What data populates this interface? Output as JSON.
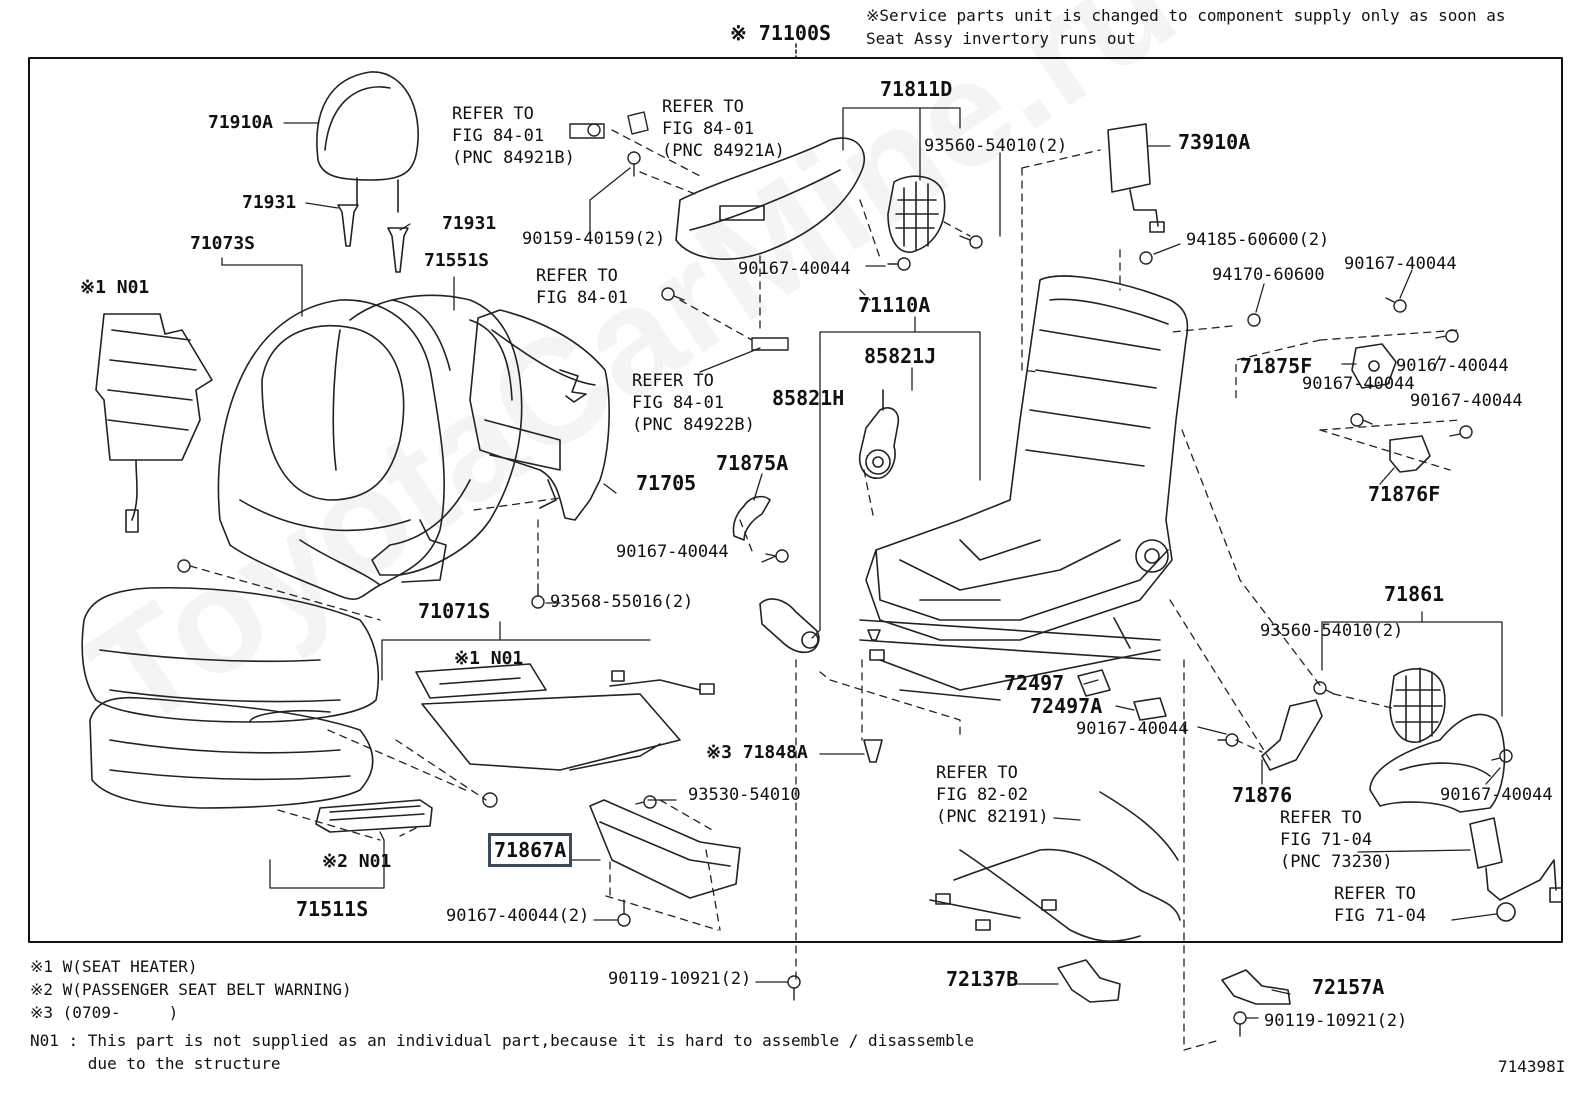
{
  "header": {
    "assembly_number": "※ 71100S",
    "note_line1": "※Service parts unit is changed to component supply only as soon as",
    "note_line2": "Seat Assy invertory runs out"
  },
  "watermark": "ToyotaCarMine.ru",
  "highlighted_part": "71867A",
  "labels": {
    "p71910A": "71910A",
    "p71931a": "71931",
    "p71931b": "71931",
    "p71073S": "71073S",
    "n01a": "※1 N01",
    "p71551S": "71551S",
    "ref84921B": "REFER TO\nFIG 84-01\n(PNC 84921B)",
    "ref84921A": "REFER TO\nFIG 84-01\n(PNC 84921A)",
    "p90159": "90159-40159(2)",
    "p71811D": "71811D",
    "p93560a": "93560-54010(2)",
    "p73910A": "73910A",
    "p94185": "94185-60600(2)",
    "p94170": "94170-60600",
    "p90167a": "90167-40044",
    "ref8401": "REFER TO\nFIG 84-01",
    "p90167b": "90167-40044",
    "p71110A": "71110A",
    "p85821J": "85821J",
    "p85821H": "85821H",
    "ref84922B": "REFER TO\nFIG 84-01\n(PNC 84922B)",
    "p71875F": "71875F",
    "p90167c": "90167-40044",
    "p90167d": "90167-40044",
    "p90167e": "90167-40044",
    "p71876F": "71876F",
    "p71705": "71705",
    "p71875A": "71875A",
    "p90167f": "90167-40044",
    "p93568": "93568-55016(2)",
    "p71071S": "71071S",
    "n01b": "※1 N01",
    "p71861": "71861",
    "p93560b": "93560-54010(2)",
    "p72497": "72497",
    "p72497A": "72497A",
    "p90167g": "90167-40044",
    "p71848A": "※3 71848A",
    "p71876": "71876",
    "p90167h": "90167-40044",
    "ref82191": "REFER TO\nFIG 82-02\n(PNC 82191)",
    "ref73230": "REFER TO\nFIG 71-04\n(PNC 73230)",
    "ref7104": "REFER TO\nFIG 71-04",
    "p93530": "93530-54010",
    "p71867A": "71867A",
    "n01c": "※2 N01",
    "p71511S": "71511S",
    "p90167i": "90167-40044(2)",
    "p90119a": "90119-10921(2)",
    "p72137B": "72137B",
    "p72157A": "72157A",
    "p90119b": "90119-10921(2)"
  },
  "footnotes": {
    "f1": "※1 W(SEAT HEATER)",
    "f2": "※2 W(PASSENGER SEAT BELT WARNING)",
    "f3": "※3 (0709-     )",
    "n01_line1": "N01 : This part is not supplied as an individual part,because it is hard to assemble / disassemble",
    "n01_line2": "      due to the structure"
  },
  "figure_id": "714398I"
}
